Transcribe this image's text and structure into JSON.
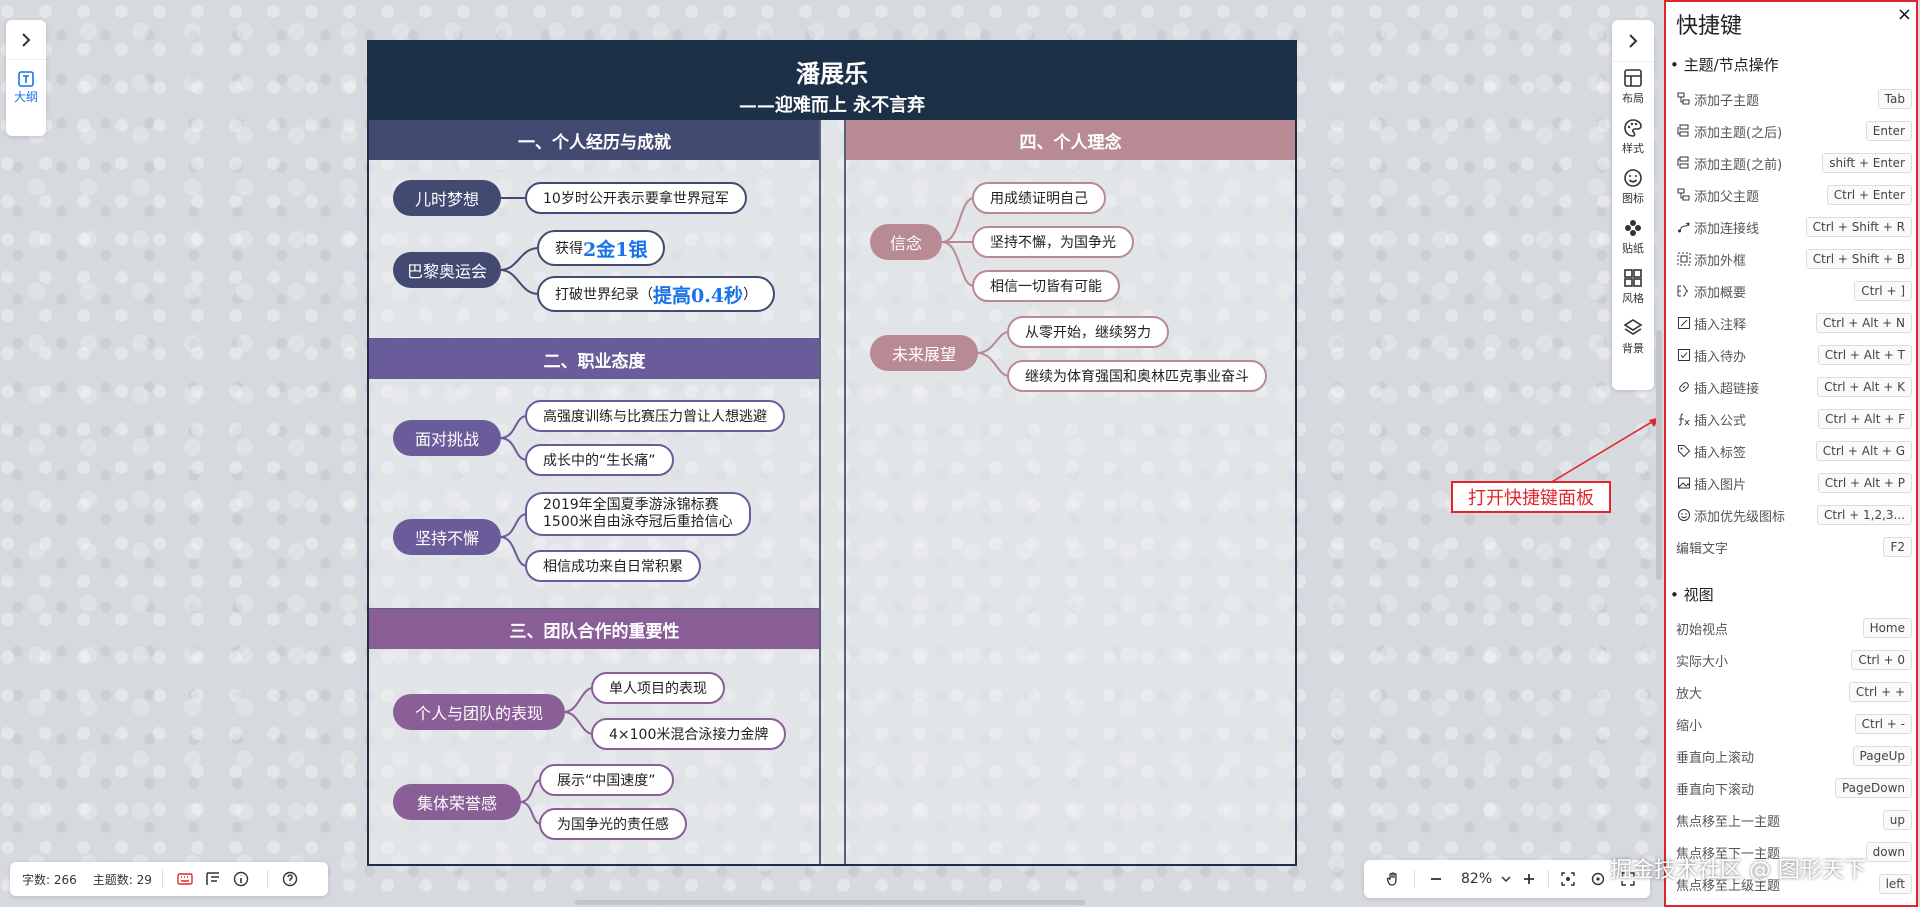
{
  "left_panel": {
    "outline_label": "大纲"
  },
  "right_tools": [
    {
      "name": "layout",
      "label": "布局"
    },
    {
      "name": "style",
      "label": "样式"
    },
    {
      "name": "icon",
      "label": "图标"
    },
    {
      "name": "sticker",
      "label": "贴纸"
    },
    {
      "name": "theme",
      "label": "风格"
    },
    {
      "name": "background",
      "label": "背景"
    }
  ],
  "mindmap": {
    "title": "潘展乐",
    "subtitle": "——迎难而上 永不言弃",
    "sections": {
      "s1": "一、个人经历与成就",
      "s2": "二、职业态度",
      "s3": "三、团队合作的重要性",
      "s4": "四、个人理念"
    },
    "nodes": {
      "childhood": "儿时梦想",
      "childhood_1": "10岁时公开表示要拿世界冠军",
      "paris": "巴黎奥运会",
      "paris_1a": "获得",
      "paris_1b": "2金1银",
      "paris_2a": "打破世界纪录（",
      "paris_2b": "提高0.4秒",
      "paris_2c": "）",
      "challenge": "面对挑战",
      "challenge_1": "高强度训练与比赛压力曾让人想逃避",
      "challenge_2": "成长中的“生长痛”",
      "persist": "坚持不懈",
      "persist_1a": "2019年全国夏季游泳锦标赛",
      "persist_1b": "1500米自由泳夺冠后重拾信心",
      "persist_2": "相信成功来自日常积累",
      "team": "个人与团队的表现",
      "team_1": "单人项目的表现",
      "team_2": "4×100米混合泳接力金牌",
      "honor": "集体荣誉感",
      "honor_1": "展示“中国速度”",
      "honor_2": "为国争光的责任感",
      "belief": "信念",
      "belief_1": "用成绩证明自己",
      "belief_2": "坚持不懈，为国争光",
      "belief_3": "相信一切皆有可能",
      "future": "未来展望",
      "future_1": "从零开始，继续努力",
      "future_2": "继续为体育强国和奥林匹克事业奋斗"
    }
  },
  "annotation": "打开快捷键面板",
  "status": {
    "word_count": "字数: 266",
    "topic_count": "主题数: 29"
  },
  "zoom": {
    "level": "82%"
  },
  "shortcuts": {
    "title": "快捷键",
    "close": "×",
    "section_topic": "主题/节点操作",
    "topic_rows": [
      {
        "icon": "add-child-icon",
        "label": "添加子主题",
        "key": "Tab"
      },
      {
        "icon": "add-after-icon",
        "label": "添加主题(之后)",
        "key": "Enter"
      },
      {
        "icon": "add-before-icon",
        "label": "添加主题(之前)",
        "key": "shift + Enter"
      },
      {
        "icon": "add-parent-icon",
        "label": "添加父主题",
        "key": "Ctrl + Enter"
      },
      {
        "icon": "link-line-icon",
        "label": "添加连接线",
        "key": "Ctrl + Shift + R"
      },
      {
        "icon": "frame-icon",
        "label": "添加外框",
        "key": "Ctrl + Shift + B"
      },
      {
        "icon": "summary-icon",
        "label": "添加概要",
        "key": "Ctrl + ]"
      },
      {
        "icon": "note-icon",
        "label": "插入注释",
        "key": "Ctrl + Alt + N"
      },
      {
        "icon": "todo-icon",
        "label": "插入待办",
        "key": "Ctrl + Alt + T"
      },
      {
        "icon": "hyperlink-icon",
        "label": "插入超链接",
        "key": "Ctrl + Alt + K"
      },
      {
        "icon": "formula-icon",
        "label": "插入公式",
        "key": "Ctrl + Alt + F"
      },
      {
        "icon": "tag-icon",
        "label": "插入标签",
        "key": "Ctrl + Alt + G"
      },
      {
        "icon": "image-icon",
        "label": "插入图片",
        "key": "Ctrl + Alt + P"
      },
      {
        "icon": "priority-icon",
        "label": "添加优先级图标",
        "key": "Ctrl + 1,2,3..."
      },
      {
        "icon": "",
        "label": "编辑文字",
        "key": "F2"
      }
    ],
    "section_view": "视图",
    "view_rows": [
      {
        "label": "初始视点",
        "key": "Home"
      },
      {
        "label": "实际大小",
        "key": "Ctrl + 0"
      },
      {
        "label": "放大",
        "key": "Ctrl + +"
      },
      {
        "label": "缩小",
        "key": "Ctrl + -"
      },
      {
        "label": "垂直向上滚动",
        "key": "PageUp"
      },
      {
        "label": "垂直向下滚动",
        "key": "PageDown"
      },
      {
        "label": "焦点移至上一主题",
        "key": "up"
      },
      {
        "label": "焦点移至下一主题",
        "key": "down"
      },
      {
        "label": "焦点移至上级主题",
        "key": "left"
      }
    ]
  },
  "watermark": "掘金技术社区 @ 图形天下",
  "colors": {
    "header": "#1c3048",
    "section1": "#434a72",
    "section2": "#6a5c9a",
    "section3": "#8a5e97",
    "section4": "#b88a93",
    "accent": "#1a73e8",
    "annotation": "#e0262c"
  }
}
